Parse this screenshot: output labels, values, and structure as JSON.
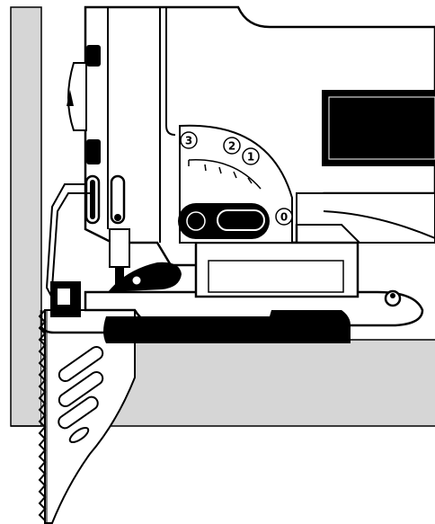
{
  "figure": {
    "orbital_dial": {
      "settings": [
        "3",
        "2",
        "1",
        "0"
      ]
    },
    "colors": {
      "ink": "#000000",
      "workpiece_gray": "#d6d6d6",
      "paper": "#ffffff"
    }
  }
}
